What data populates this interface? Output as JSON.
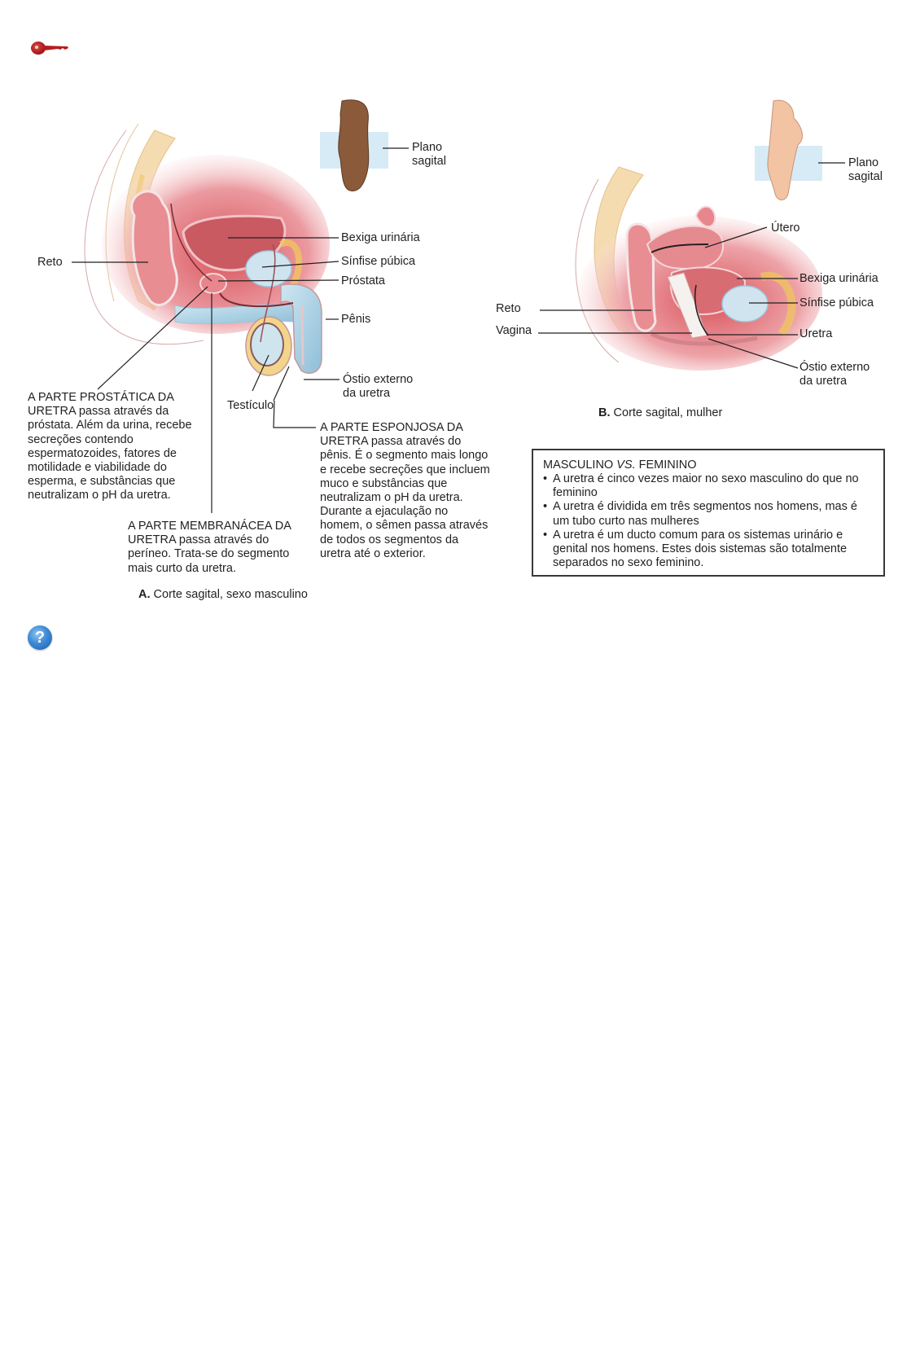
{
  "toolbar": {
    "key_icon": "key-icon",
    "help_icon": "help-icon",
    "help_glyph": "?"
  },
  "figure_a": {
    "caption_letter": "A.",
    "caption_text": "Corte sagital, sexo masculino",
    "inset_label_line1": "Plano",
    "inset_label_line2": "sagital",
    "labels": {
      "reto": "Reto",
      "bexiga": "Bexiga urinária",
      "sinfise": "Sínfise púbica",
      "prostata": "Próstata",
      "penis": "Pênis",
      "ostio_line1": "Óstio externo",
      "ostio_line2": "da uretra",
      "testiculo": "Testículo"
    },
    "notes": {
      "prostatica": {
        "caps": "A PARTE PROSTÁTICA DA URETRA",
        "text": " passa através da próstata. Além da urina, recebe secreções contendo espermatozoides, fatores de motilidade e viabilidade do esperma, e substâncias que neutralizam o pH da uretra."
      },
      "membranacea": {
        "caps": "A PARTE MEMBRANÁCEA DA URETRA",
        "text": " passa através do períneo. Trata-se do segmento mais curto da uretra."
      },
      "esponjosa": {
        "caps": "A PARTE ESPONJOSA DA URETRA",
        "text": " passa através do pênis. É o segmento mais longo e recebe secreções que incluem muco e substâncias que neutralizam o pH da uretra. Durante a ejaculação no homem, o sêmen passa através de todos os segmentos da uretra até o exterior."
      }
    }
  },
  "figure_b": {
    "caption_letter": "B.",
    "caption_text": "Corte sagital, mulher",
    "inset_label_line1": "Plano",
    "inset_label_line2": "sagital",
    "labels": {
      "utero": "Útero",
      "bexiga": "Bexiga urinária",
      "sinfise": "Sínfise púbica",
      "reto": "Reto",
      "vagina": "Vagina",
      "uretra": "Uretra",
      "ostio_line1": "Óstio externo",
      "ostio_line2": "da uretra"
    }
  },
  "comparison_box": {
    "title_pre": "MASCULINO ",
    "title_vs": "VS.",
    "title_post": " FEMININO",
    "items": [
      "A uretra é cinco vezes maior no sexo masculino do que no feminino",
      "A uretra é dividida em três segmentos nos homens, mas é um tubo curto nas mulheres",
      "A uretra é um ducto comum para os sistemas urinário e genital nos homens. Estes dois sistemas são totalmente separados no sexo feminino."
    ]
  }
}
